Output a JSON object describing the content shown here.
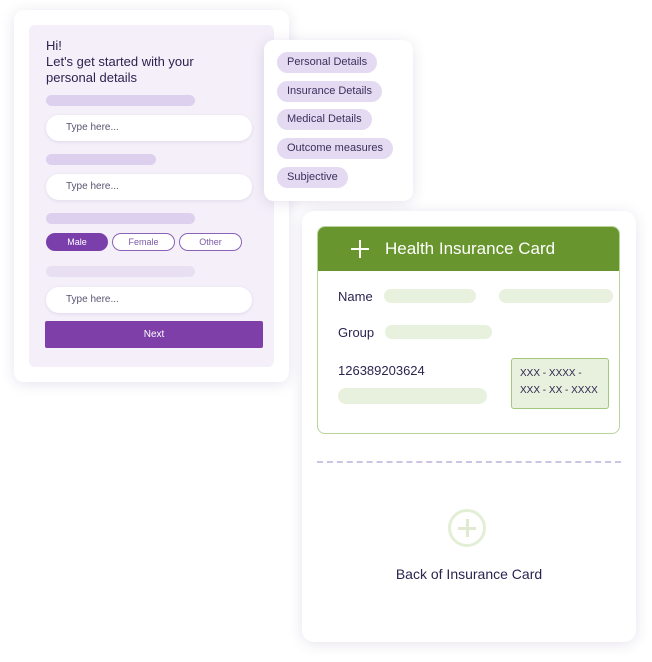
{
  "form": {
    "greeting_line1": "Hi!",
    "greeting_line2": "Let's get started with your",
    "greeting_line3": "personal details",
    "input_placeholder": "Type here...",
    "gender_options": [
      "Male",
      "Female",
      "Other"
    ],
    "selected_gender": "Male",
    "next_label": "Next"
  },
  "sections": [
    "Personal Details",
    "Insurance Details",
    "Medical Details",
    "Outcome measures",
    "Subjective"
  ],
  "insurance": {
    "title": "Health Insurance Card",
    "name_label": "Name",
    "group_label": "Group",
    "member_number": "126389203624",
    "card_number_line1": "XXX - XXXX -",
    "card_number_line2": "XXX - XX - XXXX",
    "back_label": "Back of Insurance Card"
  },
  "colors": {
    "purple_accent": "#7e3fa9",
    "green_accent": "#68952d"
  }
}
